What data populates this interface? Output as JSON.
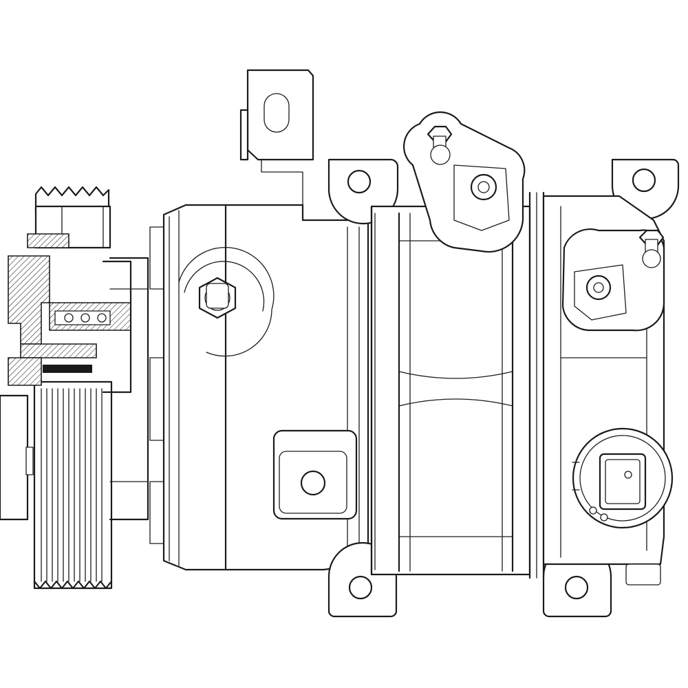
{
  "drawing": {
    "components": [
      "pulley",
      "clutch-section",
      "front-housing",
      "drain-bolt",
      "label-plate",
      "middle-body",
      "rear-head",
      "mounting-bracket",
      "port-fitting-upper",
      "port-fitting-lower",
      "electrical-connector"
    ]
  }
}
